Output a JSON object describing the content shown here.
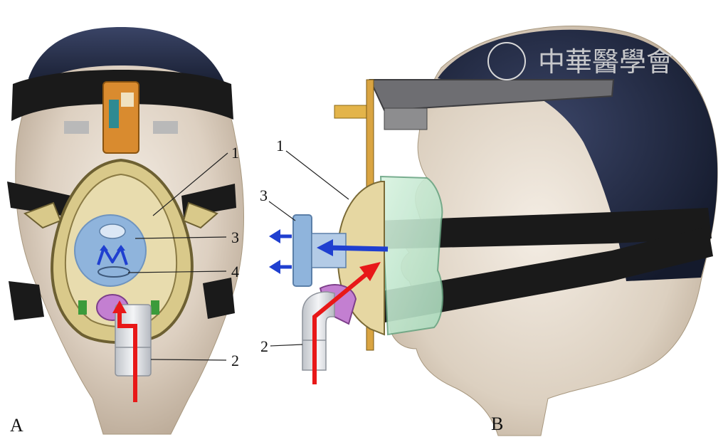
{
  "panels": [
    {
      "id": "A",
      "label": "A"
    },
    {
      "id": "B",
      "label": "B"
    }
  ],
  "callouts_a": [
    "1",
    "3",
    "4",
    "2"
  ],
  "callouts_b": [
    "1",
    "3",
    "2"
  ],
  "watermark": "中華醫學會",
  "colors": {
    "inflow_arrow": "#e81818",
    "outflow_arrow": "#1f3fd0",
    "headgear": "#1a1a1a",
    "head_skin": "#d9cdbe",
    "scalp_cap": "#1c2236",
    "mask_frame": "#c9b26e",
    "valve_disc": "#8fb4dc",
    "cushion": "#b7e3c7"
  }
}
